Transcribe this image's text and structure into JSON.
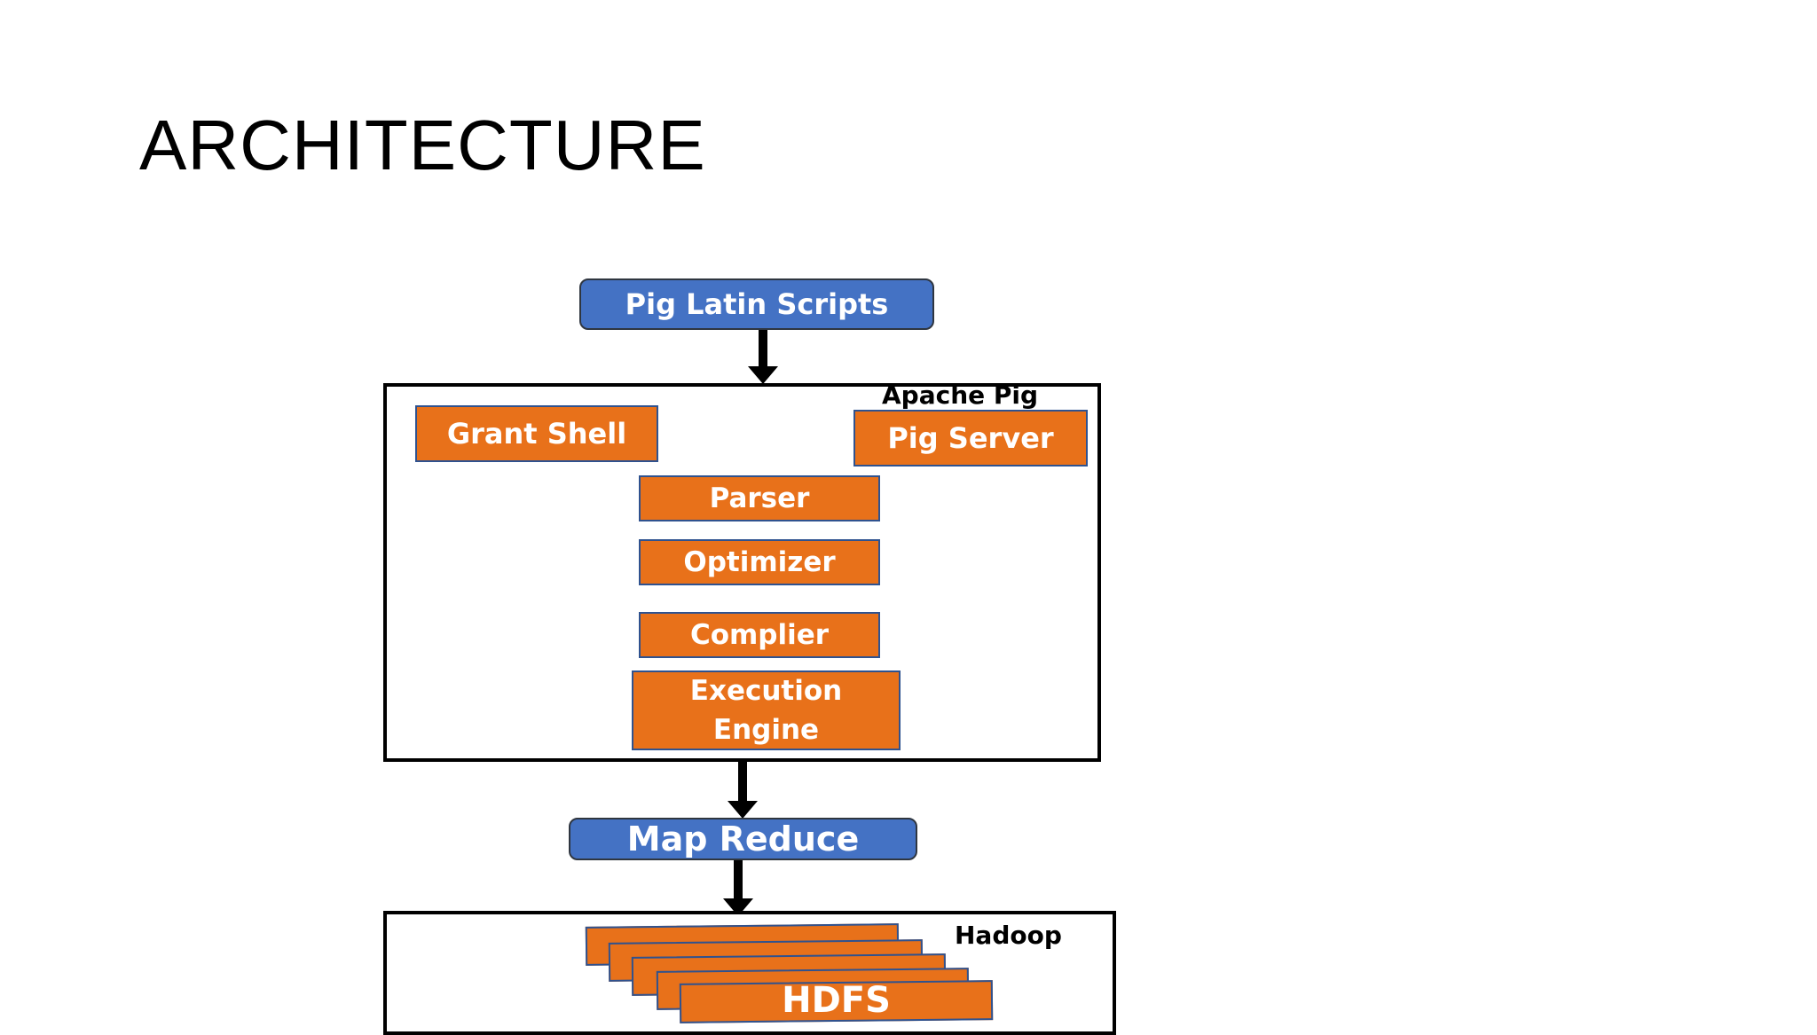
{
  "slide": {
    "title": "ARCHITECTURE"
  },
  "diagram": {
    "top_box": {
      "label": "Pig Latin Scripts"
    },
    "apache_pig": {
      "label": "Apache Pig",
      "grant_shell": "Grant Shell",
      "pig_server": "Pig Server",
      "stages": [
        "Parser",
        "Optimizer",
        "Complier"
      ],
      "execution_engine": [
        "Execution",
        "Engine"
      ]
    },
    "map_reduce": {
      "label": "Map Reduce"
    },
    "hadoop": {
      "label": "Hadoop",
      "hdfs": "HDFS"
    },
    "colors": {
      "blue": "#4472c4",
      "orange": "#e8711a",
      "black": "#000000",
      "white": "#ffffff"
    }
  }
}
